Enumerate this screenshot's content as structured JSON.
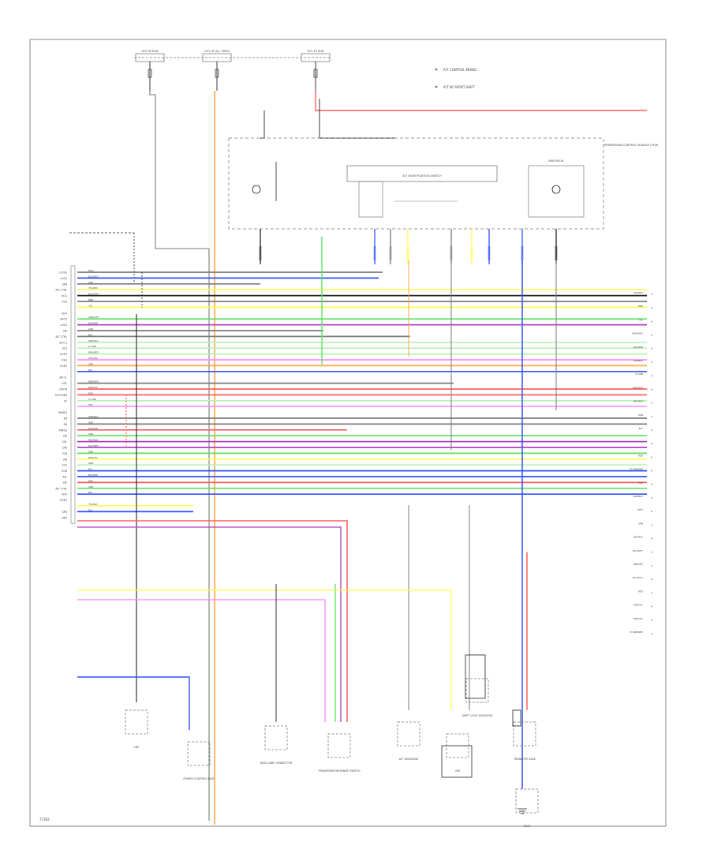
{
  "diagram": {
    "footer_code": "77302",
    "legend": {
      "items": [
        "A/T CONTROL MODEL",
        "A/T W/ SPORT SHIFT"
      ]
    },
    "fuses": [
      {
        "label": "HOT IN RUN"
      },
      {
        "label": "HOT AT ALL TIMES"
      },
      {
        "label": "HOT IN RUN"
      }
    ],
    "pcm_block_label": "POWERTRAIN CONTROL MODULE (PCM)",
    "inner_unit_label": "A/T GEAR POSITION SWITCH",
    "right_box_label": "MAIN RELAY",
    "left_pin_labels": [
      "CLOSE",
      "LOCK",
      "FAN",
      "ALT CTRL",
      "ACG",
      "FGS",
      "",
      "SHO",
      "SHO2",
      "LOCK",
      "SW",
      "ALT CTRL",
      "SHO S",
      "SCS",
      "EGR2",
      "RSO",
      "EGR2",
      "",
      "SW FL",
      "DSC",
      "DOOR",
      "MOTIONS",
      "ST",
      "",
      "WINDS",
      "EN",
      "EN",
      "PRESS",
      "SW",
      "SOL",
      "LNK",
      "IGN",
      "SW",
      "SCS",
      "EGR",
      "ALT",
      "IGP",
      "ALT CTRL",
      "SHO",
      "EGR3",
      "",
      "SPD",
      "DRV"
    ],
    "wire_colors": [
      "WHT",
      "BLU/WHT",
      "GRN",
      "YEL/RED",
      "BLK/WHT",
      "BRN",
      "YEL",
      "",
      "GRN/WHT",
      "BLU/RED",
      "GRN",
      "BLU",
      "GRN/BLK",
      "LT GRN",
      "BRN/RED",
      "RED/BLK",
      "ORN",
      "BLU",
      "",
      "BRN/WHT",
      "BRN/YEL",
      "RED",
      "LT GRN",
      "PNK",
      "",
      "GRN/BLK",
      "WHT",
      "BLK/RED",
      "GRN",
      "RED/BLK",
      "BLU/WHT",
      "GRN",
      "BRN/YEL",
      "GRN",
      "BLU",
      "BLU/RED",
      "RED",
      "GRN",
      "BLU",
      "",
      "YEL/BLK",
      "BLU"
    ],
    "right_wire_labels": [
      "YEL/RED",
      "BRN",
      "YEL",
      "GRN/WHT",
      "BLU/RED",
      "GRN/BLK",
      "LT GRN",
      "BRN/RED",
      "RED/BLK",
      "ORN",
      "BLU",
      "",
      "RED",
      "LT GRN/RED",
      "PNK",
      "GRN/BLK",
      "WHT",
      "GRN",
      "RED/BLK",
      "BLU/WHT",
      "BRN/YEL",
      "BLU/WHT",
      "RED",
      "GRN/YEL",
      "BRN/YEL",
      "LT GRN/RED"
    ],
    "bottom_components": [
      "POWER CONTROL UNIT",
      "CKP",
      "DATA LINK CONNECTOR",
      "TRANSMISSION RANGE SWITCH",
      "A/T SOLENOID",
      "VSS",
      "SHIFT LOCK SOLENOID",
      "TRANSFER CASE",
      "G101"
    ],
    "colors": {
      "frame": "#9a9a9a",
      "red": "#ff6060",
      "orange": "#ffa640",
      "yellow": "#ffff50",
      "green": "#5ee05e",
      "light_green": "#b6f2b6",
      "blue": "#3050ff",
      "violet": "#b040c0",
      "pink": "#ff90ff",
      "brown": "#c08040",
      "gray": "#7a7a7a",
      "black": "#222222"
    }
  }
}
